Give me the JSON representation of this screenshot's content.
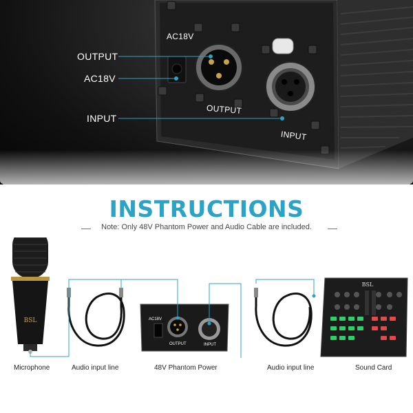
{
  "hero": {
    "callouts": {
      "output": "OUTPUT",
      "ac18v": "AC18V",
      "input": "INPUT"
    },
    "panel_labels": {
      "ac18v": "AC18V",
      "output": "OUTPUT",
      "input": "INPUT"
    }
  },
  "instructions": {
    "title": "INSTRUCTIONS",
    "note": "Note: Only 48V Phantom Power and Audio Cable are included."
  },
  "diagram": {
    "captions": {
      "microphone": "Microphone",
      "audio_line_1": "Audio input line",
      "phantom_power": "48V Phantom Power",
      "audio_line_2": "Audio input line",
      "sound_card": "Sound Card"
    },
    "mic_brand": "BSL",
    "card_brand": "BSL",
    "small_unit_labels": {
      "ac18v": "AC18V",
      "output": "OUTPUT",
      "input": "INPUT"
    }
  },
  "colors": {
    "accent": "#2aa3c7",
    "callout_line": "#2aa3c7"
  }
}
